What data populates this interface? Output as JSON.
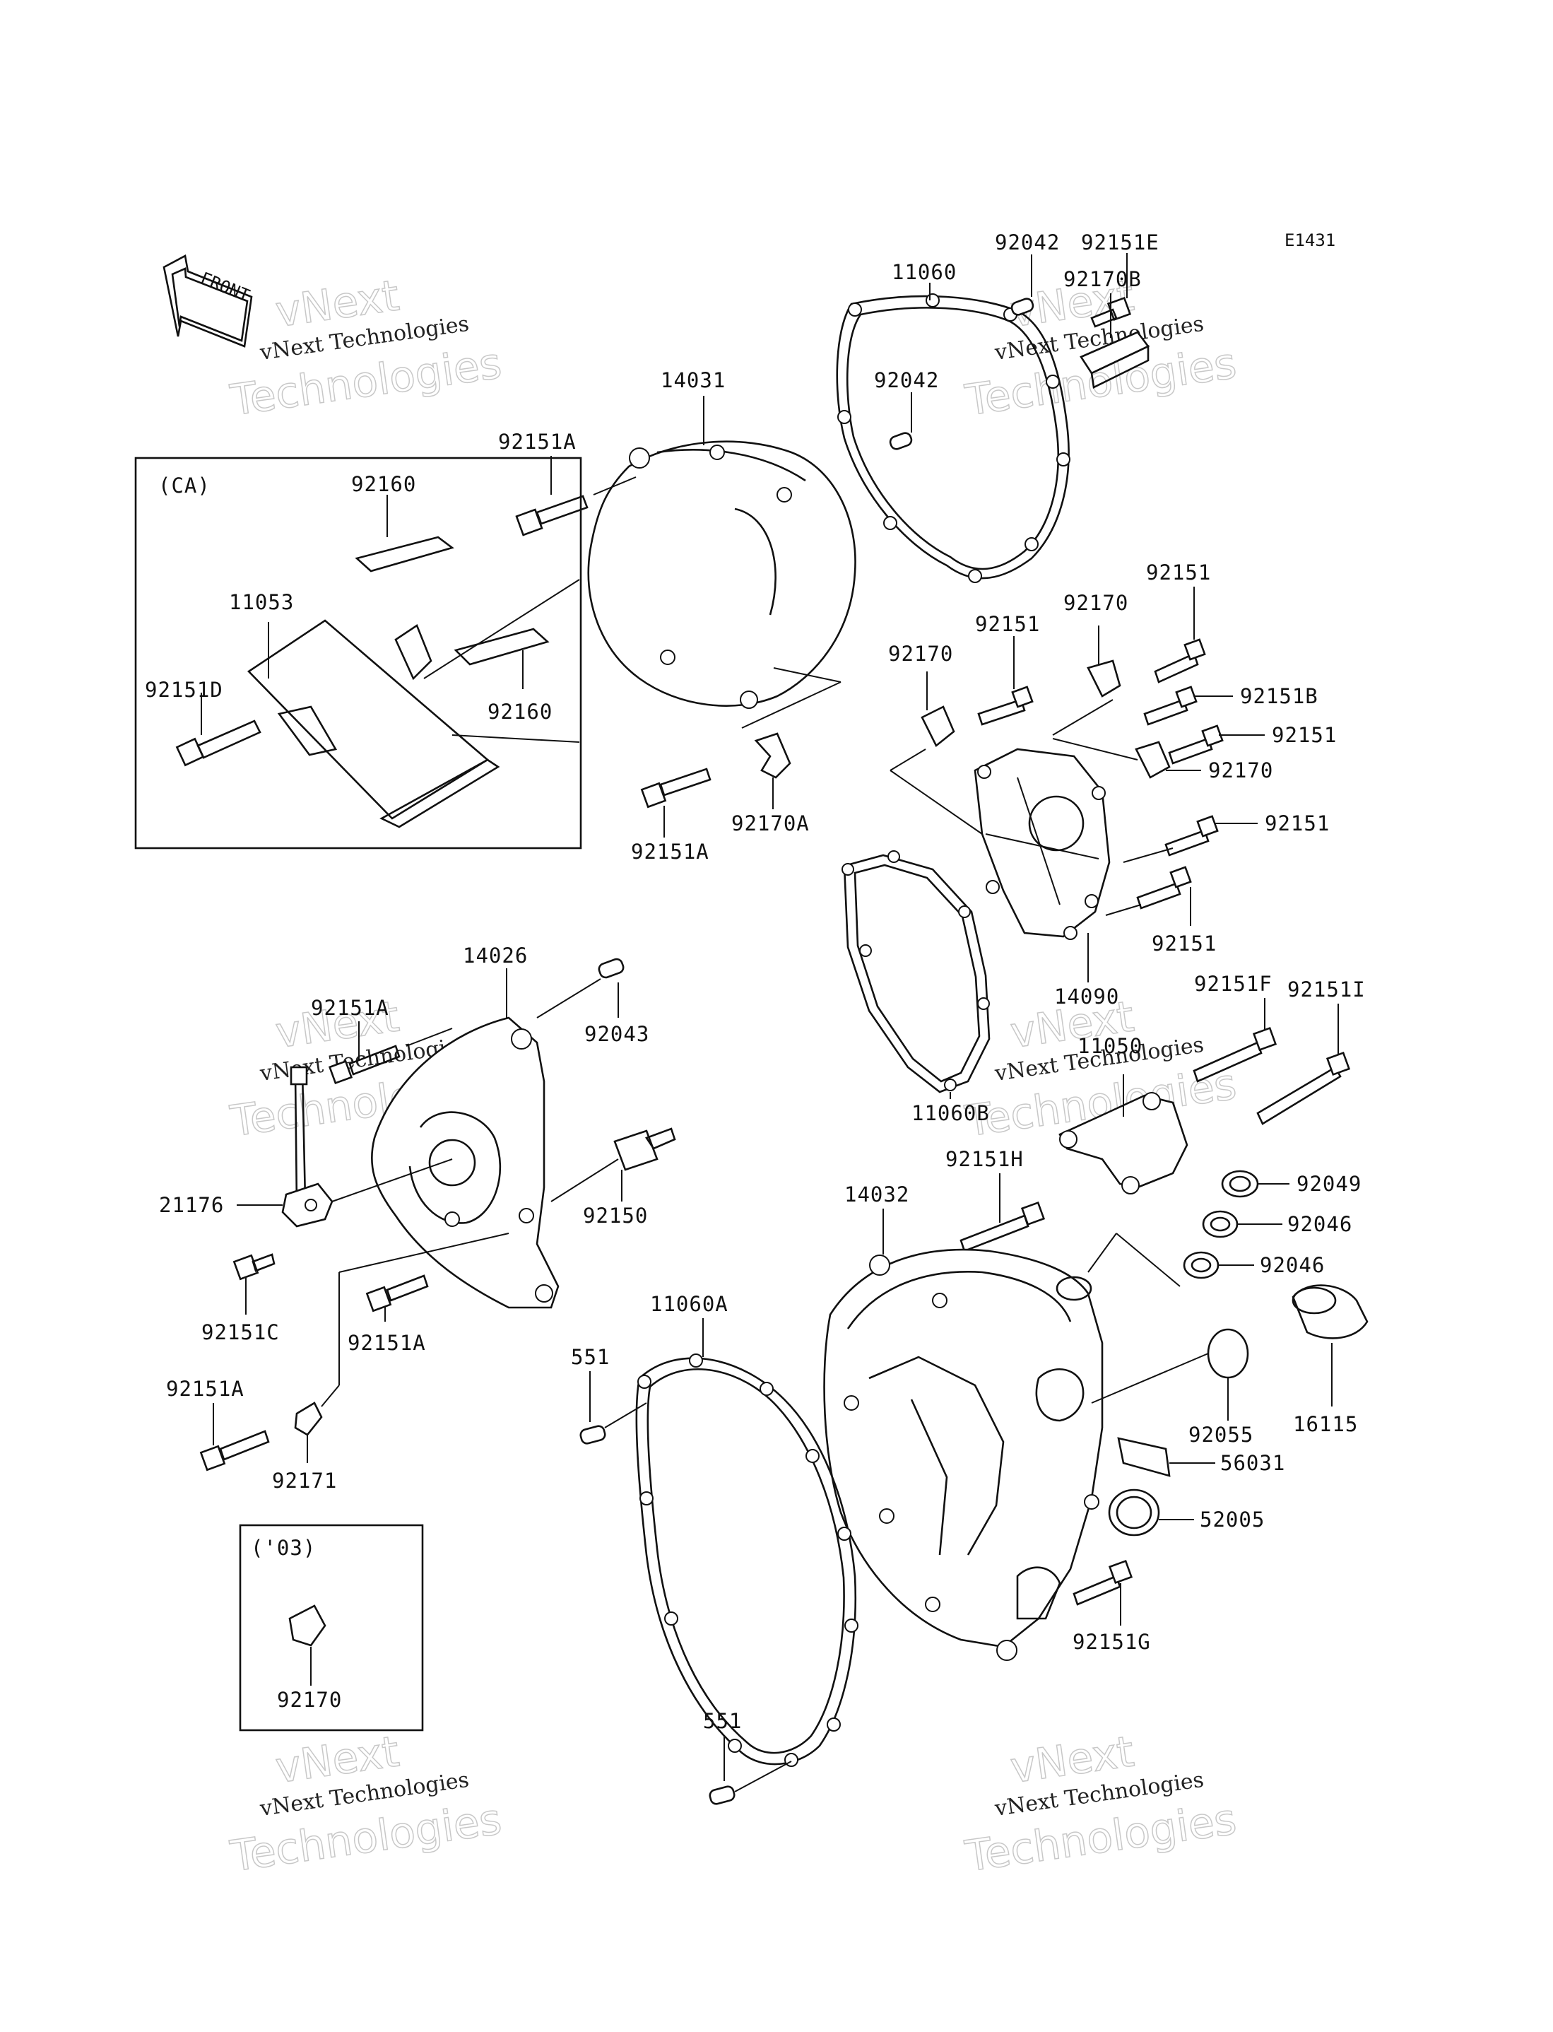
{
  "diagram_id": "E1431",
  "front_arrow": {
    "label": "FRONT"
  },
  "boxes": {
    "ca": "(CA)",
    "y03": "('03)"
  },
  "watermark": {
    "line1": "vNext Technologies",
    "line2": "vNext\nTechnologies",
    "line2a": "vNext",
    "line2b": "Technologies"
  },
  "labels": {
    "l11060": "11060",
    "l92042a": "92042",
    "l92151e": "92151E",
    "l92170b": "92170B",
    "l92042b": "92042",
    "l14031": "14031",
    "l92151a1": "92151A",
    "l92160a": "92160",
    "l11053": "11053",
    "l92151d": "92151D",
    "l92160b": "92160",
    "l92151a2": "92151A",
    "l92170a": "92170A",
    "l92151_1": "92151",
    "l92170_1": "92170",
    "l92170_2": "92170",
    "l92151_2": "92151",
    "l92151b": "92151B",
    "l92151_3": "92151",
    "l92170_3": "92170",
    "l92151_4": "92151",
    "l92151_5": "92151",
    "l14090": "14090",
    "l11060b": "11060B",
    "l14026": "14026",
    "l92151a3": "92151A",
    "l92043": "92043",
    "l21176": "21176",
    "l92150": "92150",
    "l92151c": "92151C",
    "l92151a4": "92151A",
    "l92151a5": "92151A",
    "l92171": "92171",
    "l92170_4": "92170",
    "l92151f": "92151F",
    "l92151i": "92151I",
    "l11050": "11050",
    "l92151h": "92151H",
    "l14032": "14032",
    "l92049": "92049",
    "l92046a": "92046",
    "l92046b": "92046",
    "l11060a": "11060A",
    "l551a": "551",
    "l16115": "16115",
    "l92055": "92055",
    "l56031": "56031",
    "l52005": "52005",
    "l92151g": "92151G",
    "l551b": "551"
  }
}
